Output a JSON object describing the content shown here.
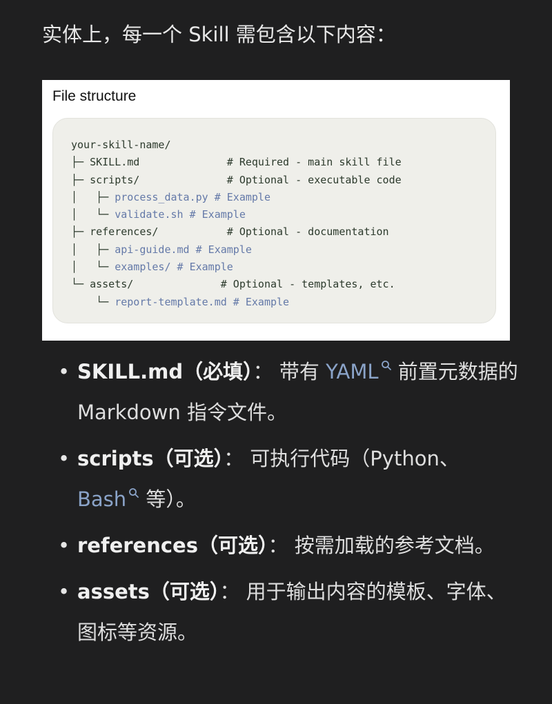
{
  "intro": {
    "text": "实体上，每一个 Skill 需包含以下内容："
  },
  "figure": {
    "title": "File structure",
    "lines": [
      {
        "prefix": "your-skill-name/",
        "highlight": "",
        "suffix": ""
      },
      {
        "prefix": "├─ SKILL.md              # Required - main skill file",
        "highlight": "",
        "suffix": ""
      },
      {
        "prefix": "├─ scripts/              # Optional - executable code",
        "highlight": "",
        "suffix": ""
      },
      {
        "prefix": "│   ├─ ",
        "highlight": "process_data.py # Example",
        "suffix": ""
      },
      {
        "prefix": "│   └─ ",
        "highlight": "validate.sh # Example",
        "suffix": ""
      },
      {
        "prefix": "├─ references/           # Optional - documentation",
        "highlight": "",
        "suffix": ""
      },
      {
        "prefix": "│   ├─ ",
        "highlight": "api-guide.md # Example",
        "suffix": ""
      },
      {
        "prefix": "│   └─ ",
        "highlight": "examples/ # Example",
        "suffix": ""
      },
      {
        "prefix": "└─ assets/              # Optional - templates, etc.",
        "highlight": "",
        "suffix": ""
      },
      {
        "prefix": "    └─ ",
        "highlight": "report-template.md # Example",
        "suffix": ""
      }
    ]
  },
  "bullets": [
    {
      "term": "SKILL.md（必填）",
      "sep": "：",
      "pre": " 带有 ",
      "link": "YAML",
      "post": " 前置元数据的 Markdown 指令文件。"
    },
    {
      "term": "scripts（可选）",
      "sep": "：",
      "pre": " 可执行代码（Python、",
      "link": "Bash",
      "post": " 等）。"
    },
    {
      "term": "references（可选）",
      "sep": "：",
      "pre": " 按需加载的参考文档。",
      "link": "",
      "post": ""
    },
    {
      "term": "assets（可选）",
      "sep": "：",
      "pre": " 用于输出内容的模板、字体、图标等资源。",
      "link": "",
      "post": ""
    }
  ],
  "colors": {
    "background": "#1f1f20",
    "text": "#dedede",
    "link": "#8aa3c8",
    "code_background": "#efefea",
    "code_highlight": "#6479a8"
  },
  "icons": {
    "link_search": "search-icon"
  }
}
